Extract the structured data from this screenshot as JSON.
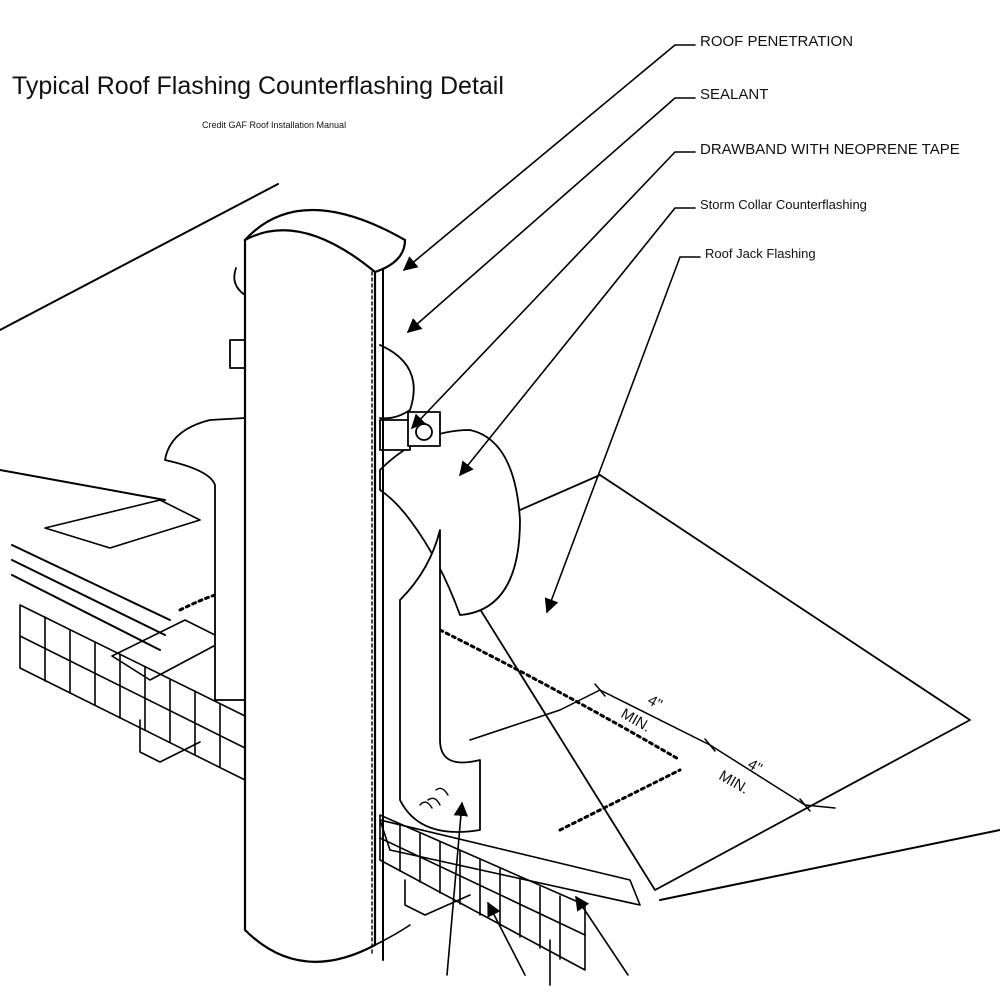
{
  "title": "Typical Roof Flashing Counterflashing Detail",
  "credit": "Credit GAF Roof Installation Manual",
  "callouts": [
    {
      "label": "ROOF PENETRATION"
    },
    {
      "label": "SEALANT"
    },
    {
      "label": "DRAWBAND WITH NEOPRENE TAPE"
    },
    {
      "label": "Storm Collar Counterflashing"
    },
    {
      "label": "Roof Jack Flashing"
    }
  ],
  "dimensions": [
    {
      "value": "4\"",
      "unit": "MIN."
    },
    {
      "value": "4\"",
      "unit": "MIN."
    }
  ]
}
